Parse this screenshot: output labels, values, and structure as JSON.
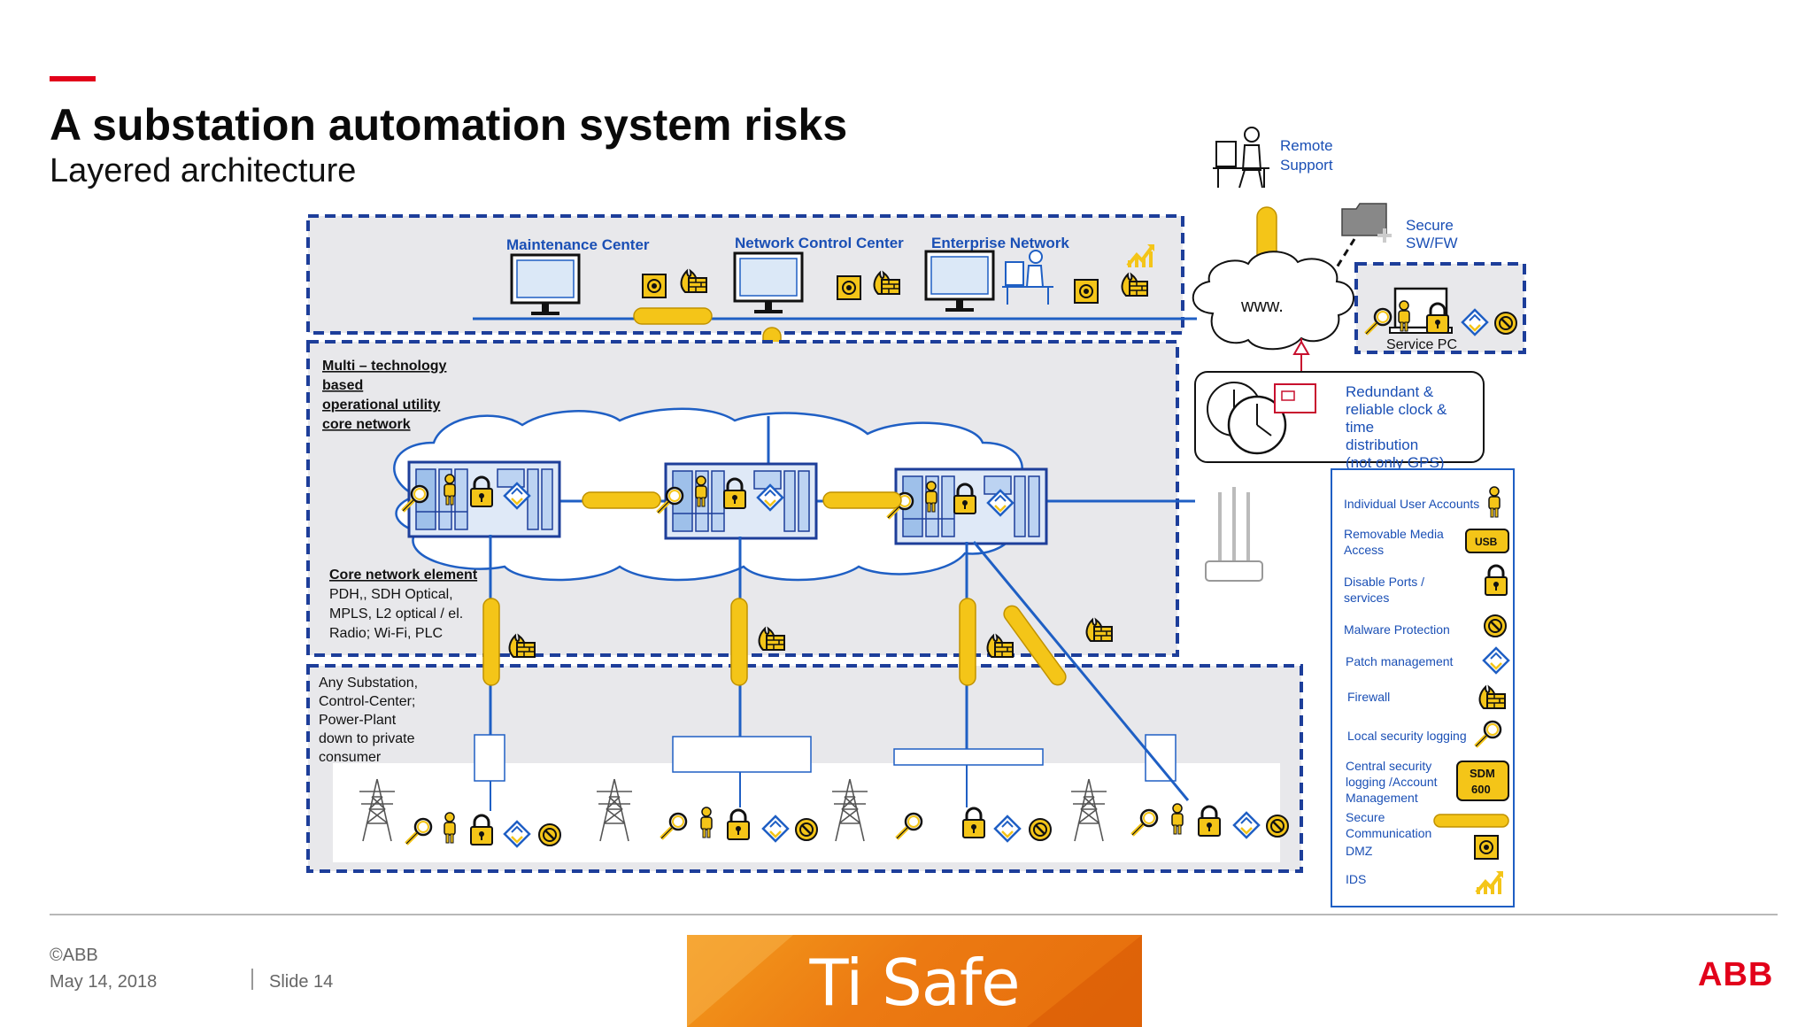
{
  "header": {
    "title": "A substation automation system risks",
    "subtitle": "Layered architecture"
  },
  "colors": {
    "accent": "#e2001a",
    "dashed_border": "#1d3e9a",
    "network_line": "#1f5fc4",
    "security_yellow": "#f4c518",
    "label_blue": "#1a4fb5"
  },
  "diagram": {
    "enterprise_layer": {
      "maintenance_center": "Maintenance Center",
      "network_control_center": "Network Control Center",
      "enterprise_network": "Enterprise Network"
    },
    "remote_support": [
      "Remote",
      "Support"
    ],
    "secure_swfw": [
      "Secure",
      "SW/FW"
    ],
    "www": "www.",
    "service_pc": "Service PC",
    "clock_box": [
      "Redundant  &",
      "reliable clock &",
      "time",
      "distribution",
      "(not only GPS)"
    ],
    "core_layer": {
      "title_lines": [
        "Multi – technology",
        "based",
        "operational utility",
        "core network"
      ],
      "element_title": "Core network element",
      "element_lines": [
        "PDH,, SDH Optical,",
        "MPLS, L2 optical / el.",
        "Radio; Wi-Fi, PLC"
      ]
    },
    "substation_layer": {
      "lines": [
        "Any Substation,",
        "Control-Center;",
        "Power-Plant",
        "down to private",
        "consumer"
      ]
    },
    "legend": {
      "items": [
        {
          "label": [
            "Individual User Accounts"
          ],
          "icon": "user-icon"
        },
        {
          "label": [
            "Removable Media",
            "Access"
          ],
          "icon": "usb-icon",
          "badge": "USB"
        },
        {
          "label": [
            "Disable Ports /",
            "services"
          ],
          "icon": "padlock-icon"
        },
        {
          "label": [
            "Malware Protection"
          ],
          "icon": "malware-block-icon"
        },
        {
          "label": [
            "Patch management"
          ],
          "icon": "patch-icon"
        },
        {
          "label": [
            "Firewall"
          ],
          "icon": "firewall-icon"
        },
        {
          "label": [
            "Local security logging"
          ],
          "icon": "magnifier-icon"
        },
        {
          "label": [
            "Central security",
            "logging /Account",
            "Management"
          ],
          "icon": "sdm600-icon",
          "badge": [
            "SDM",
            "600"
          ]
        },
        {
          "label": [
            "Secure",
            "Communication"
          ],
          "icon": "secure-tube-icon"
        },
        {
          "label": [
            "DMZ"
          ],
          "icon": "dmz-icon"
        },
        {
          "label": [
            "IDS"
          ],
          "icon": "ids-icon"
        }
      ]
    }
  },
  "footer": {
    "copyright": "©ABB",
    "date": "May 14, 2018",
    "slide": "Slide 14",
    "tisafe_logo": "Ti Safe",
    "abb_logo": "ABB"
  }
}
